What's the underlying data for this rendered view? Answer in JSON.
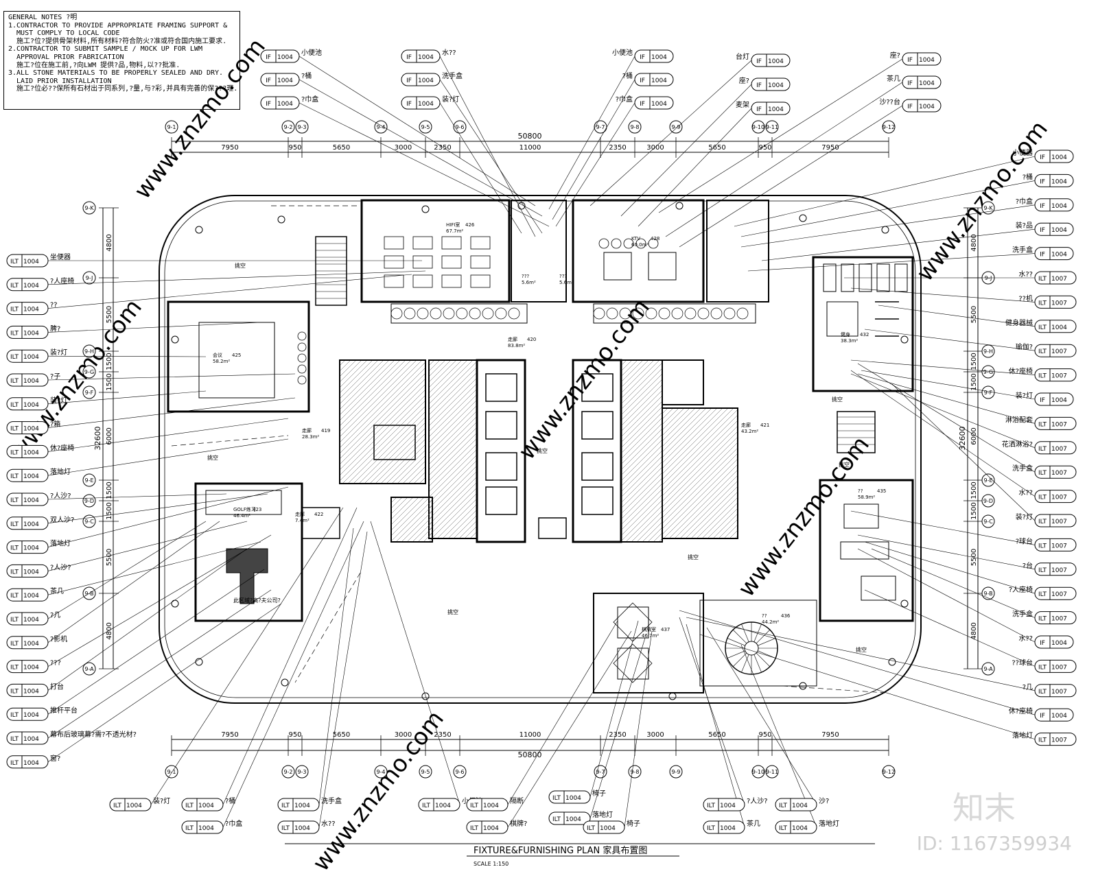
{
  "notes": {
    "heading": "GENERAL NOTES ?明",
    "lines": [
      "1.CONTRACTOR TO PROVIDE APPROPRIATE FRAMING SUPPORT &",
      "  MUST COMPLY TO LOCAL CODE",
      "  施工?位?提供骨架材料,所有材料?符合防火?准或符合国内施工要求.",
      "2.CONTRACTOR TO SUBMIT SAMPLE / MOCK UP FOR LWM",
      "  APPROVAL PRIOR FABRICATION",
      "  施工?位在施工前,?向LWM 提供?品,物料,以??批准.",
      "3.ALL STONE MATERIALS TO BE PROPERLY SEALED AND DRY.",
      "  LAID PRIOR INSTALLATION",
      "  施工?位必??保所有石材出于同系列,?量,与?彩,并具有完善的保???理."
    ]
  },
  "dimensions": {
    "total": "50800",
    "segments": [
      "7950",
      "950",
      "5650",
      "3000",
      "2350",
      "11000",
      "2350",
      "3000",
      "5650",
      "950",
      "7950"
    ],
    "vertical_total": "32600",
    "vertical": [
      "4800",
      "5500",
      "1500",
      "1500",
      "6000",
      "1500",
      "1500",
      "5500",
      "4800"
    ]
  },
  "grid_top": [
    "9-1",
    "9-2",
    "9-3",
    "9-4",
    "9-5",
    "9-6",
    "9-7",
    "9-8",
    "9-9",
    "9-10",
    "9-11",
    "9-12"
  ],
  "grid_left": [
    "9-K",
    "9-J",
    "9-H",
    "9-G",
    "9-F",
    "9-E",
    "9-D",
    "9-C",
    "9-B",
    "9-A"
  ],
  "rooms": [
    {
      "label": "HIFI室",
      "num": "426",
      "area": "67.7m²"
    },
    {
      "label": "KTV",
      "num": "428",
      "area": "60.0m²"
    },
    {
      "label": "走廊",
      "num": "420",
      "area": "83.8m²"
    },
    {
      "label": "会议",
      "num": "425",
      "area": "58.2m²"
    },
    {
      "label": "走廊",
      "num": "419",
      "area": "28.3m²"
    },
    {
      "label": "GOLF练习",
      "num": "423",
      "area": "46.4m²"
    },
    {
      "label": "走廊",
      "num": "421",
      "area": "43.2m²"
    },
    {
      "label": "健身",
      "num": "432",
      "area": "38.3m²"
    },
    {
      "label": "??",
      "num": "435",
      "area": "58.9m²"
    },
    {
      "label": "??",
      "num": "436",
      "area": "44.2m²"
    },
    {
      "label": "棋牌室",
      "num": "437",
      "area": "46.7m²"
    },
    {
      "label": "走廊",
      "num": "422",
      "area": "7.4m²"
    },
    {
      "label": "???",
      "num": "",
      "area": "5.6m²"
    },
    {
      "label": "???",
      "num": "",
      "area": "5.6m²"
    }
  ],
  "void_label": "挑空",
  "golf_note": "此区域?高?夫公司?",
  "labels_top_left": [
    {
      "code": "IF",
      "num": "1004",
      "text": "小便池"
    },
    {
      "code": "IF",
      "num": "1004",
      "text": "?桶"
    },
    {
      "code": "IF",
      "num": "1004",
      "text": "?巾盒"
    }
  ],
  "labels_top_mid": [
    {
      "code": "IF",
      "num": "1004",
      "text": "水??"
    },
    {
      "code": "IF",
      "num": "1004",
      "text": "洗手盒"
    },
    {
      "code": "IF",
      "num": "1004",
      "text": "装?灯"
    }
  ],
  "labels_top_mid2": [
    {
      "code": "IF",
      "num": "1004",
      "text": "小便池"
    },
    {
      "code": "IF",
      "num": "1004",
      "text": "?桶"
    },
    {
      "code": "IF",
      "num": "1004",
      "text": "?巾盒"
    }
  ],
  "labels_top_right1": [
    {
      "code": "IF",
      "num": "1004",
      "text": "台灯"
    },
    {
      "code": "IF",
      "num": "1004",
      "text": "座?"
    },
    {
      "code": "IF",
      "num": "1004",
      "text": "麦架"
    }
  ],
  "labels_top_right2": [
    {
      "code": "IF",
      "num": "1004",
      "text": "座?"
    },
    {
      "code": "IF",
      "num": "1004",
      "text": "茶几"
    },
    {
      "code": "IF",
      "num": "1004",
      "text": "沙??台"
    }
  ],
  "labels_left": [
    {
      "code": "ILT",
      "num": "1004",
      "text": "坐便器"
    },
    {
      "code": "ILT",
      "num": "1004",
      "text": "?人座椅"
    },
    {
      "code": "ILT",
      "num": "1004",
      "text": "??"
    },
    {
      "code": "ILT",
      "num": "1004",
      "text": "脾?"
    },
    {
      "code": "ILT",
      "num": "1004",
      "text": "装?灯"
    },
    {
      "code": "ILT",
      "num": "1004",
      "text": "?子"
    },
    {
      "code": "ILT",
      "num": "1004",
      "text": "装?灯"
    },
    {
      "code": "ILT",
      "num": "1004",
      "text": "?箱"
    },
    {
      "code": "ILT",
      "num": "1004",
      "text": "休?座椅"
    },
    {
      "code": "ILT",
      "num": "1004",
      "text": "落地灯"
    },
    {
      "code": "ILT",
      "num": "1004",
      "text": "?人沙?"
    },
    {
      "code": "ILT",
      "num": "1004",
      "text": "双人沙?"
    },
    {
      "code": "ILT",
      "num": "1004",
      "text": "落地灯"
    },
    {
      "code": "ILT",
      "num": "1004",
      "text": "?人沙?"
    },
    {
      "code": "ILT",
      "num": "1004",
      "text": "茶几"
    },
    {
      "code": "ILT",
      "num": "1004",
      "text": "?几"
    },
    {
      "code": "ILT",
      "num": "1004",
      "text": "?影机"
    },
    {
      "code": "ILT",
      "num": "1004",
      "text": "???"
    },
    {
      "code": "ILT",
      "num": "1004",
      "text": "打台"
    },
    {
      "code": "ILT",
      "num": "1004",
      "text": "推杆平台"
    },
    {
      "code": "ILT",
      "num": "1004",
      "text": "幕布后玻璃幕?需?不透光材?"
    },
    {
      "code": "ILT",
      "num": "1004",
      "text": "窗?"
    }
  ],
  "labels_right": [
    {
      "code": "IF",
      "num": "1004",
      "text": "小便器"
    },
    {
      "code": "IF",
      "num": "1004",
      "text": "?桶"
    },
    {
      "code": "IF",
      "num": "1004",
      "text": "?巾盒"
    },
    {
      "code": "IF",
      "num": "1004",
      "text": "装?品"
    },
    {
      "code": "IF",
      "num": "1004",
      "text": "洗手盒"
    },
    {
      "code": "ILT",
      "num": "1007",
      "text": "水??"
    },
    {
      "code": "ILT",
      "num": "1007",
      "text": "??机"
    },
    {
      "code": "ILT",
      "num": "1004",
      "text": "健身器械"
    },
    {
      "code": "ILT",
      "num": "1007",
      "text": "瑜伽?"
    },
    {
      "code": "ILT",
      "num": "1007",
      "text": "休?座椅"
    },
    {
      "code": "IF",
      "num": "1004",
      "text": "装?灯"
    },
    {
      "code": "ILT",
      "num": "1007",
      "text": "淋浴配套"
    },
    {
      "code": "ILT",
      "num": "1007",
      "text": "花洒淋浴?"
    },
    {
      "code": "ILT",
      "num": "1007",
      "text": "洗手盒"
    },
    {
      "code": "ILT",
      "num": "1007",
      "text": "水??"
    },
    {
      "code": "ILT",
      "num": "1007",
      "text": "装?灯"
    },
    {
      "code": "ILT",
      "num": "1007",
      "text": "?球台"
    },
    {
      "code": "ILT",
      "num": "1007",
      "text": "?台"
    },
    {
      "code": "ILT",
      "num": "1007",
      "text": "?人座椅"
    },
    {
      "code": "ILT",
      "num": "1007",
      "text": "洗手盒"
    },
    {
      "code": "IF",
      "num": "1004",
      "text": "水??"
    },
    {
      "code": "ILT",
      "num": "1007",
      "text": "??球台"
    },
    {
      "code": "ILT",
      "num": "1007",
      "text": "?几"
    },
    {
      "code": "IF",
      "num": "1004",
      "text": "休?座椅"
    },
    {
      "code": "ILT",
      "num": "1007",
      "text": "落地灯"
    }
  ],
  "labels_bottom": [
    {
      "code": "ILT",
      "num": "1004",
      "text": "装?灯"
    },
    {
      "code": "ILT",
      "num": "1004",
      "text": "?桶"
    },
    {
      "code": "ILT",
      "num": "1004",
      "text": "?巾盒"
    },
    {
      "code": "ILT",
      "num": "1004",
      "text": "洗手盒"
    },
    {
      "code": "ILT",
      "num": "1004",
      "text": "水??"
    },
    {
      "code": "ILT",
      "num": "1004",
      "text": "小便池"
    },
    {
      "code": "ILT",
      "num": "1004",
      "text": "隔断"
    },
    {
      "code": "ILT",
      "num": "1004",
      "text": "棋牌?"
    },
    {
      "code": "ILT",
      "num": "1004",
      "text": "椅子"
    },
    {
      "code": "ILT",
      "num": "1004",
      "text": "落地灯"
    },
    {
      "code": "ILT",
      "num": "1004",
      "text": "椅子"
    },
    {
      "code": "ILT",
      "num": "1004",
      "text": "?人沙?"
    },
    {
      "code": "ILT",
      "num": "1004",
      "text": "茶几"
    },
    {
      "code": "ILT",
      "num": "1004",
      "text": "沙?"
    },
    {
      "code": "ILT",
      "num": "1004",
      "text": "落地灯"
    }
  ],
  "title": {
    "text": "FIXTURE&FURNISHING PLAN 家具布置图",
    "scale": "SCALE   1:150"
  },
  "watermark": {
    "brand": "知末",
    "id": "ID: 1167359934",
    "site": "www.znzmo.com"
  }
}
